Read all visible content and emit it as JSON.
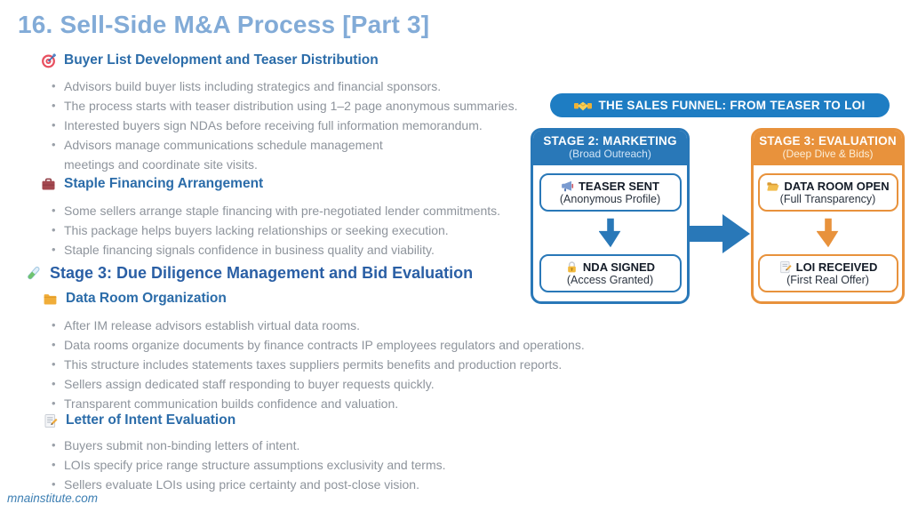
{
  "slide": {
    "title": "16. Sell-Side M&A Process [Part 3]",
    "footer": "mnainstitute.com"
  },
  "sections": [
    {
      "icon": "target-icon",
      "title": "Buyer List Development and Teaser Distribution",
      "bullets": [
        "Advisors build buyer lists including strategics and financial sponsors.",
        "The process starts with teaser distribution using 1–2 page anonymous summaries.",
        "Interested buyers sign NDAs before receiving full information memorandum.",
        "Advisors manage communications schedule management meetings and coordinate site visits."
      ]
    },
    {
      "icon": "briefcase-icon",
      "title": "Staple Financing Arrangement",
      "bullets": [
        "Some sellers arrange staple financing with pre-negotiated lender commitments.",
        "This package helps buyers lacking relationships or seeking execution.",
        "Staple financing signals confidence in business quality and viability."
      ]
    },
    {
      "icon": "test-tube-icon",
      "title": "Stage 3: Due Diligence Management and Bid Evaluation"
    },
    {
      "icon": "folder-icon",
      "title": "Data Room Organization",
      "bullets": [
        "After IM release advisors establish virtual data rooms.",
        "Data rooms organize documents by finance contracts IP employees regulators and operations.",
        "This structure includes statements taxes suppliers permits benefits and production reports.",
        "Sellers assign dedicated staff responding to buyer requests quickly.",
        "Transparent communication builds confidence and valuation."
      ]
    },
    {
      "icon": "memo-icon",
      "title": "Letter of Intent Evaluation",
      "bullets": [
        "Buyers submit non-binding letters of intent.",
        "LOIs specify price range structure assumptions exclusivity and terms.",
        "Sellers evaluate LOIs using price certainty and post-close vision."
      ]
    }
  ],
  "diagram": {
    "banner": {
      "icon": "handshake-icon",
      "label": "THE SALES FUNNEL: FROM TEASER TO LOI"
    },
    "stages": [
      {
        "title": "STAGE 2: MARKETING",
        "subtitle": "(Broad Outreach)",
        "color": "#2978b8",
        "steps": [
          {
            "icon": "megaphone-icon",
            "label": "TEASER SENT",
            "sublabel": "(Anonymous Profile)"
          },
          {
            "icon": "lock-icon",
            "label": "NDA SIGNED",
            "sublabel": "(Access Granted)"
          }
        ]
      },
      {
        "title": "STAGE 3: EVALUATION",
        "subtitle": "(Deep Dive & Bids)",
        "color": "#e8923c",
        "steps": [
          {
            "icon": "open-folder-icon",
            "label": "DATA ROOM OPEN",
            "sublabel": "(Full Transparency)"
          },
          {
            "icon": "memo-icon",
            "label": "LOI RECEIVED",
            "sublabel": "(First Real Offer)"
          }
        ]
      }
    ]
  },
  "colors": {
    "title": "#82abd7",
    "section_header": "#2b6ca9",
    "big_heading": "#2a5fa5",
    "bullet_text": "#8e949c",
    "banner_blue": "#1e7dc3",
    "stage2_blue": "#2978b8",
    "stage3_orange": "#e8923c",
    "footer_link": "#3d7fb3"
  }
}
